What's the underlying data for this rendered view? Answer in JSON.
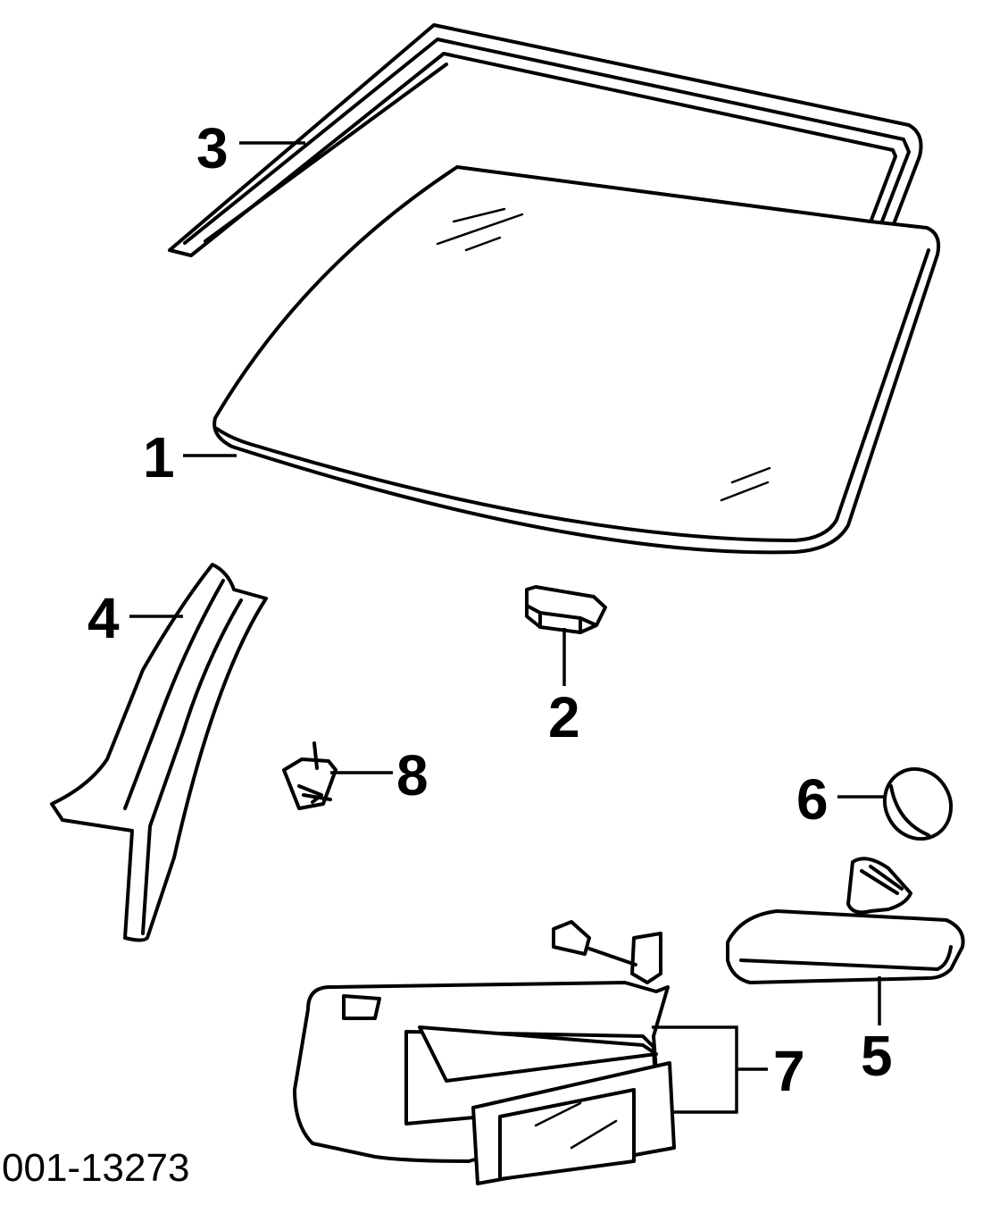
{
  "figure_number": "001-13273",
  "callouts": [
    {
      "id": "1",
      "label": "1"
    },
    {
      "id": "2",
      "label": "2"
    },
    {
      "id": "3",
      "label": "3"
    },
    {
      "id": "4",
      "label": "4"
    },
    {
      "id": "5",
      "label": "5"
    },
    {
      "id": "6",
      "label": "6"
    },
    {
      "id": "7",
      "label": "7"
    },
    {
      "id": "8",
      "label": "8"
    }
  ],
  "colors": {
    "line": "#000000",
    "background": "#ffffff"
  }
}
